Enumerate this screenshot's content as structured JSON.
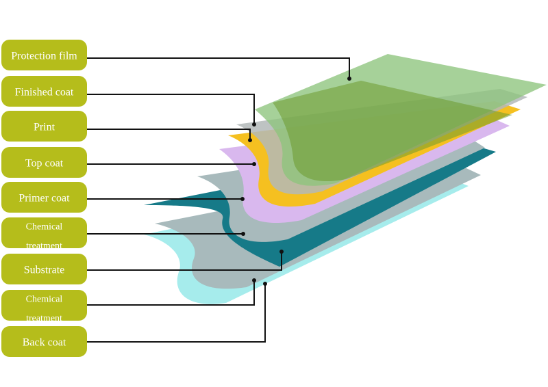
{
  "colors": {
    "label_fill": "#b5bd1b",
    "leader_line": "#111111",
    "protection_film": "#8dc47c",
    "finished_coat": "#b3b8b8",
    "print": "#f5c020",
    "top_coat": "#d9b8ee",
    "primer_coat": "#aab8b8",
    "chemical_treatment": "#a8babc",
    "substrate": "#167a88",
    "back_coat": "#a6ecec"
  },
  "labels": [
    {
      "lines": [
        "Protection film"
      ]
    },
    {
      "lines": [
        "Finished coat"
      ]
    },
    {
      "lines": [
        "Print"
      ]
    },
    {
      "lines": [
        "Top coat"
      ]
    },
    {
      "lines": [
        "Primer coat"
      ]
    },
    {
      "lines": [
        "Chemical",
        "treatment"
      ]
    },
    {
      "lines": [
        "Substrate"
      ]
    },
    {
      "lines": [
        "Chemical",
        "treatment"
      ]
    },
    {
      "lines": [
        "Back coat"
      ]
    }
  ]
}
